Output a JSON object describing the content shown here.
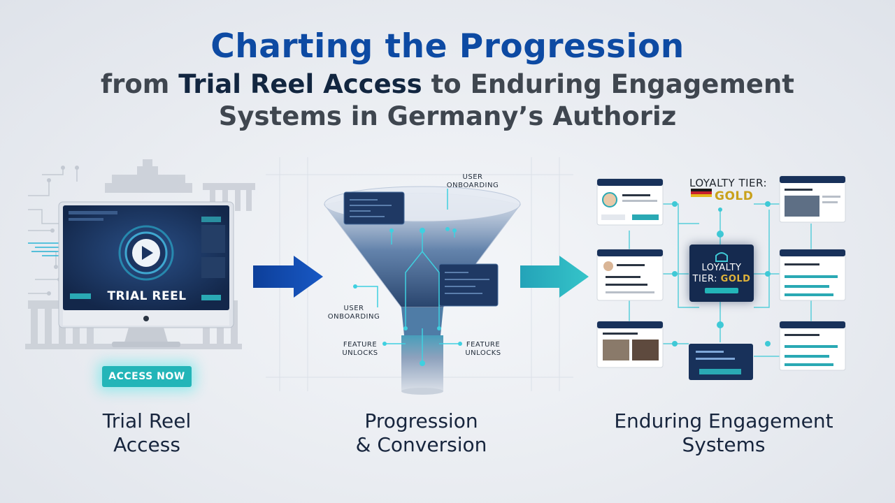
{
  "header": {
    "title": "Charting the Progression",
    "subtitle_pre": "from ",
    "subtitle_em": "Trial Reel Access",
    "subtitle_post": " to Enduring Engagement",
    "subtitle_line2": "Systems in Germany’s Authoriz"
  },
  "stage1": {
    "label_line1": "Trial Reel",
    "label_line2": "Access",
    "screen_label": "TRIAL REEL",
    "button_label": "ACCESS NOW"
  },
  "stage2": {
    "label_line1": "Progression",
    "label_line2": "& Conversion",
    "tag_user_onboarding_top_l1": "USER",
    "tag_user_onboarding_top_l2": "ONBOARDING",
    "tag_user_onboarding_left_l1": "USER",
    "tag_user_onboarding_left_l2": "ONBOARDING",
    "tag_feature_left_l1": "FEATURE",
    "tag_feature_left_l2": "UNLOCKS",
    "tag_feature_right_l1": "FEATURE",
    "tag_feature_right_l2": "UNLOCKS"
  },
  "stage3": {
    "label_line1": "Enduring Engagement",
    "label_line2": "Systems",
    "loyalty_top_label": "LOYALTY TIER:",
    "loyalty_top_value": "GOLD",
    "loyalty_card_line1": "LOYALTY",
    "loyalty_card_line2_pre": "TIER: ",
    "loyalty_card_line2_value": "GOLD"
  },
  "colors": {
    "title_blue": "#0d4aa3",
    "teal_accent": "#23b5b8",
    "navy": "#152a4f",
    "gold": "#c9a11b"
  }
}
